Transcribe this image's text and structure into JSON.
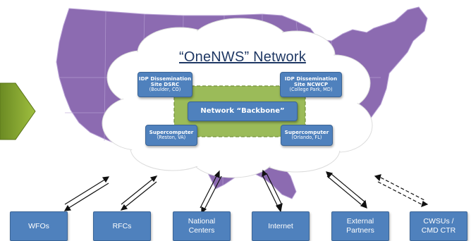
{
  "network_title": "“OneNWS” Network",
  "backbone_label": "Network “Backbone”",
  "sites": [
    {
      "title": "IDP Dissemination",
      "title2": "Site DSRC",
      "location": "(Boulder, CO)"
    },
    {
      "title": "IDP Dissemination",
      "title2": "Site NCWCP",
      "location": "(College Park, MD)"
    },
    {
      "title": "Supercomputer",
      "location": "(Reston, VA)"
    },
    {
      "title": "Supercomputer",
      "location": "(Orlando, FL)"
    }
  ],
  "endpoints": [
    {
      "line1": "WFOs",
      "line2": ""
    },
    {
      "line1": "RFCs",
      "line2": ""
    },
    {
      "line1": "National",
      "line2": "Centers"
    },
    {
      "line1": "Internet",
      "line2": ""
    },
    {
      "line1": "External",
      "line2": "Partners"
    },
    {
      "line1": "CWSUs /",
      "line2": "CMD CTR"
    }
  ],
  "colors": {
    "map_fill": "#8c6bb1",
    "map_outline": "#ffffff",
    "cloud_fill": "#ffffff",
    "backbone_green": "#9bbb59",
    "box_blue": "#4f81bd",
    "nav_arrow": "#7f9b2c",
    "title_text": "#1f3864"
  },
  "icons": {
    "nav_arrow": "chevron-right-icon"
  }
}
